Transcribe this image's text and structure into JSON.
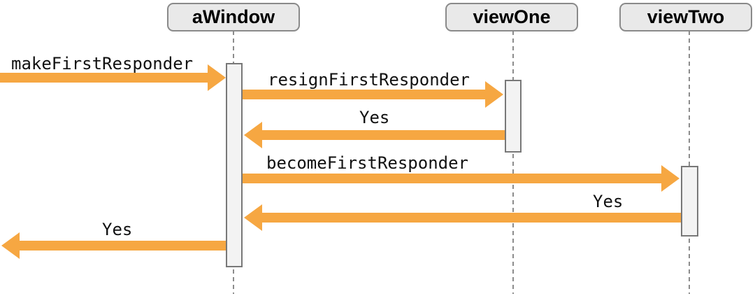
{
  "diagram_type": "sequence-diagram",
  "actors": [
    {
      "label": "aWindow"
    },
    {
      "label": "viewOne"
    },
    {
      "label": "viewTwo"
    }
  ],
  "messages": [
    {
      "label": "makeFirstResponder",
      "from": "caller",
      "to": "aWindow",
      "kind": "call",
      "direction": "right"
    },
    {
      "label": "resignFirstResponder",
      "from": "aWindow",
      "to": "viewOne",
      "kind": "call",
      "direction": "right"
    },
    {
      "label": "Yes",
      "from": "viewOne",
      "to": "aWindow",
      "kind": "return",
      "direction": "left"
    },
    {
      "label": "becomeFirstResponder",
      "from": "aWindow",
      "to": "viewTwo",
      "kind": "call",
      "direction": "right"
    },
    {
      "label": "Yes",
      "from": "viewTwo",
      "to": "aWindow",
      "kind": "return",
      "direction": "left"
    },
    {
      "label": "Yes",
      "from": "aWindow",
      "to": "caller",
      "kind": "return",
      "direction": "left"
    }
  ],
  "colors": {
    "arrow": "#F6A742",
    "actor_fill": "#E9E9E9",
    "actor_border": "#8A8A8A",
    "activation_fill": "#F3F3F3",
    "activation_border": "#787878",
    "lifeline": "#8C8C8C",
    "text": "#111111"
  }
}
